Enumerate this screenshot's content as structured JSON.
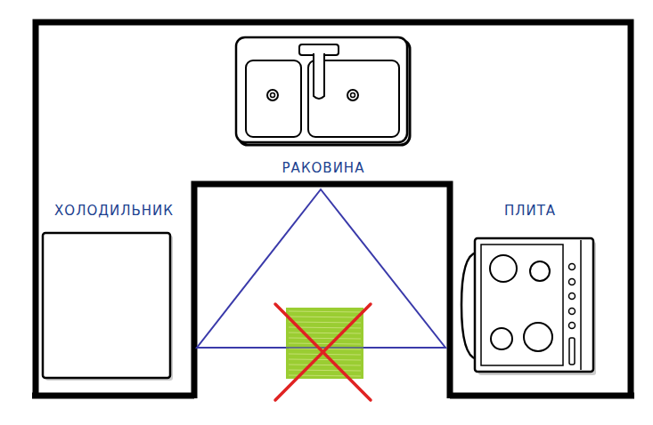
{
  "diagram": {
    "nodes": [
      {
        "text": [
          "РАКОВИНА"
        ]
      },
      {
        "text": [
          "ХОЛОДИЛЬНИК"
        ]
      },
      {
        "text": [
          "ПЛИТА"
        ]
      }
    ]
  }
}
